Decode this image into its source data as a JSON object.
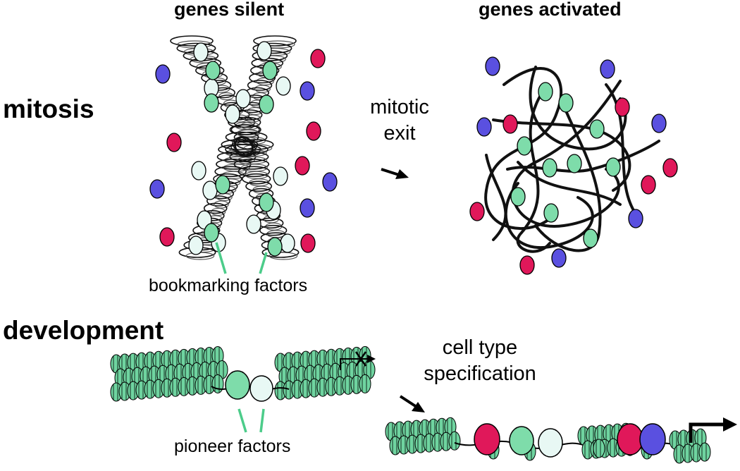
{
  "titles": {
    "genes_silent": "genes silent",
    "genes_activated": "genes activated"
  },
  "sections": {
    "mitosis": "mitosis",
    "development": "development"
  },
  "annotations": {
    "mitotic_exit_line1": "mitotic",
    "mitotic_exit_line2": "exit",
    "bookmarking_factors": "bookmarking factors",
    "cell_type_line1": "cell type",
    "cell_type_line2": "specification",
    "pioneer_factors": "pioneer factors"
  },
  "colors": {
    "factor_red": "#e0185a",
    "factor_blue": "#5a50e0",
    "factor_green": "#7edcaa",
    "factor_light": "#e8f8f4",
    "nucleosome": "#6fd4a0",
    "pointer": "#4ccc8a",
    "chromatin": "#111111"
  },
  "icons": {
    "transcription_start": "arrow-right-icon",
    "transcription_blocked": "x-mark-icon"
  }
}
